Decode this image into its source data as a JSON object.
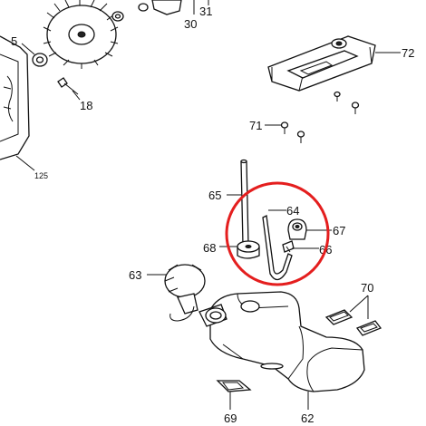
{
  "diagram": {
    "highlight_color": "#e41e1e",
    "labels": {
      "p5": "5",
      "p18": "18",
      "p30": "30",
      "p31": "31",
      "p62": "62",
      "p63": "63",
      "p64": "64",
      "p65": "65",
      "p66": "66",
      "p67": "67",
      "p68": "68",
      "p69": "69",
      "p70": "70",
      "p71": "71",
      "p72": "72",
      "p125": "125"
    }
  }
}
